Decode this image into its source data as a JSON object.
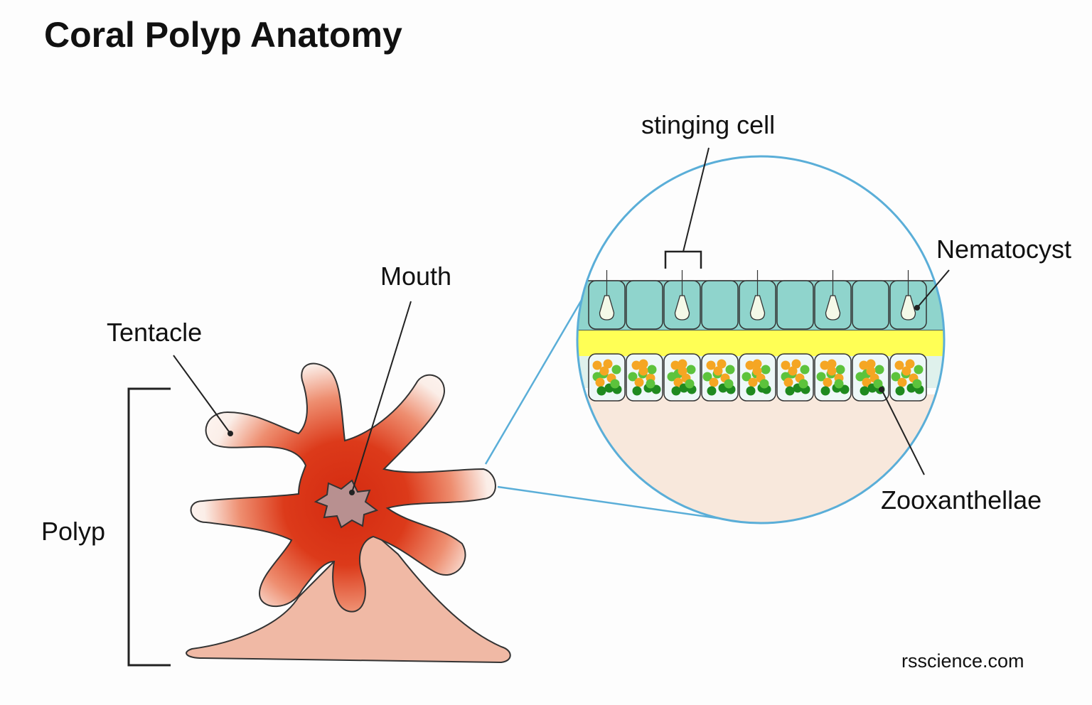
{
  "title": "Coral Polyp Anatomy",
  "labels": {
    "stinging_cell": "stinging cell",
    "nematocyst": "Nematocyst",
    "mouth": "Mouth",
    "tentacle": "Tentacle",
    "polyp": "Polyp",
    "zooxanthellae": "Zooxanthellae"
  },
  "credit": "rsscience.com",
  "colors": {
    "polyp_core": "#d42a10",
    "polyp_tip": "#fbeee8",
    "polyp_base": "#f0b9a5",
    "mouth": "#b89090",
    "magnifier_ring": "#5aaed8",
    "cnidocyte": "#8fd4cc",
    "nematocyst": "#f4f9e8",
    "mesoglea": "#ffff55",
    "gastrodermis_cell": "#eef8f8",
    "zoox_orange": "#f5a623",
    "zoox_light_green": "#5cc33c",
    "zoox_dark_green": "#1f8a1f",
    "tissue": "#f8e8dc"
  }
}
